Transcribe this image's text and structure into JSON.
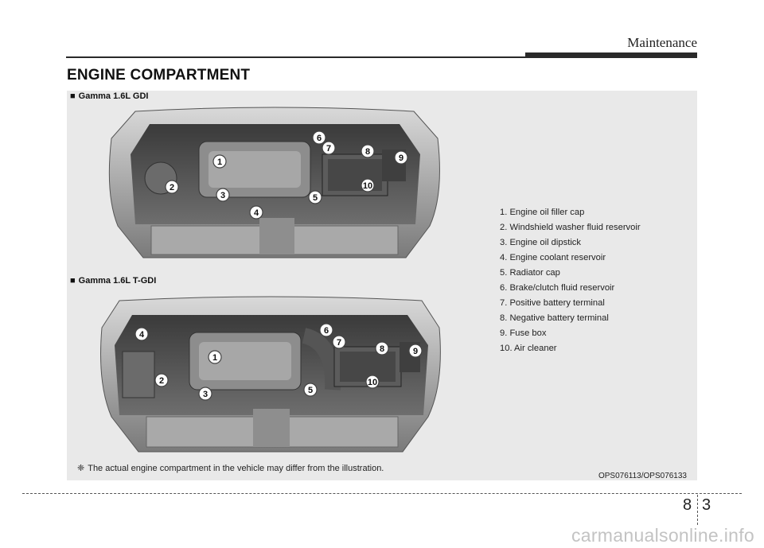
{
  "header": {
    "section": "Maintenance"
  },
  "page_title": "ENGINE COMPARTMENT",
  "figures": [
    {
      "label_marker": "■",
      "label": "Gamma 1.6L GDI",
      "callouts": [
        "1",
        "2",
        "3",
        "4",
        "5",
        "6",
        "7",
        "8",
        "9",
        "10"
      ]
    },
    {
      "label_marker": "■",
      "label": "Gamma 1.6L T-GDI",
      "callouts": [
        "1",
        "2",
        "3",
        "4",
        "5",
        "6",
        "7",
        "8",
        "9",
        "10"
      ]
    }
  ],
  "legend": [
    "1. Engine oil filler cap",
    "2. Windshield washer fluid reservoir",
    "3. Engine oil dipstick",
    "4. Engine coolant reservoir",
    "5. Radiator cap",
    "6. Brake/clutch fluid reservoir",
    "7. Positive battery terminal",
    "8. Negative battery terminal",
    "9. Fuse box",
    "10. Air cleaner"
  ],
  "note": {
    "marker": "❈",
    "text": "The actual engine compartment in the vehicle may differ from the illustration."
  },
  "figure_code": "OPS076113/OPS076133",
  "page_number": {
    "chapter": "8",
    "page": "3"
  },
  "watermark": "carmanualsonline.info"
}
